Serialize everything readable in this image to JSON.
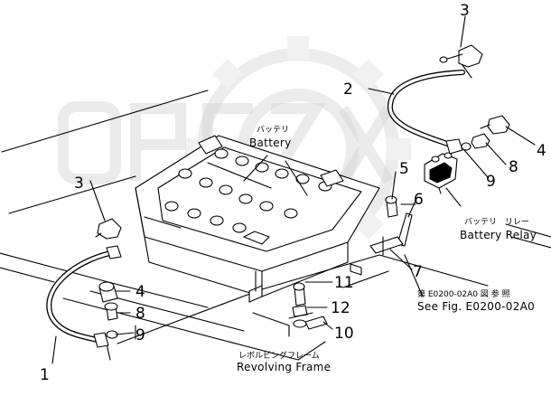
{
  "labels": {
    "battery_jp": "バッテリ",
    "battery_en": "Battery",
    "relay_jp": "バッテリ　リレー",
    "relay_en": "Battery Relay",
    "ref_jp": "第 E0200-02A0 図 参 照",
    "ref_en": "See Fig. E0200-02A0",
    "frame_jp": "レボルビングフレーム",
    "frame_en": "Revolving Frame"
  },
  "callouts": {
    "n1": "1",
    "n2": "2",
    "n3a": "3",
    "n3b": "3",
    "n4a": "4",
    "n4b": "4",
    "n5": "5",
    "n6": "6",
    "n7": "7",
    "n8a": "8",
    "n8b": "8",
    "n9a": "9",
    "n9b": "9",
    "n10": "10",
    "n11": "11",
    "n12": "12"
  }
}
